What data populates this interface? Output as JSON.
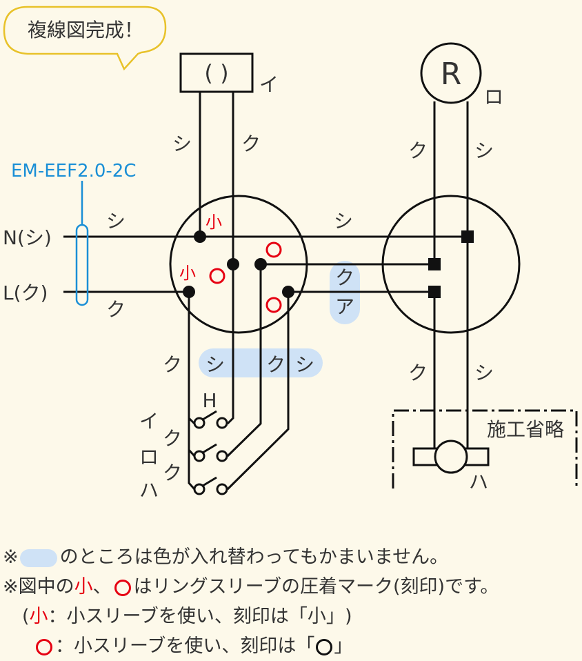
{
  "callout": {
    "text": "複線図完成！"
  },
  "labels": {
    "lamp_i_symbol": "( )",
    "lamp_i_tag": "イ",
    "lamp_ro_symbol": "R",
    "lamp_ro_tag": "ロ",
    "cable_type": "EM-EEF2.0-2C",
    "n_line": "N(シ)",
    "l_line": "L(ク)",
    "shi": "シ",
    "ku": "ク",
    "a": "ア",
    "small_mark": "小",
    "switch_h": "H",
    "sw_i": "イ",
    "sw_ro": "ロ",
    "sw_ha": "ハ",
    "omitted": "施工省略",
    "outlet_ha": "ハ"
  },
  "notes": {
    "line1_prefix": "※",
    "line1_suffix": "のところは色が入れ替わってもかまいません。",
    "line2_prefix": "※図中の",
    "line2_small": "小",
    "line2_sep": "、",
    "line2_suffix": "はリングスリーブの圧着マーク(刻印)です。",
    "line3_small": "小",
    "line3_text": "：小スリーブを使い、刻印は「小」",
    "line4_text_a": "：小スリーブを使い、刻印は「",
    "line4_text_b": "」"
  },
  "colors": {
    "wire": "#111111",
    "mark_red": "#e60012",
    "cable_blue": "#1a8fd6",
    "highlight": "#cfe2f6",
    "callout_border": "#e8c22a",
    "background": "#fdf9ea"
  }
}
